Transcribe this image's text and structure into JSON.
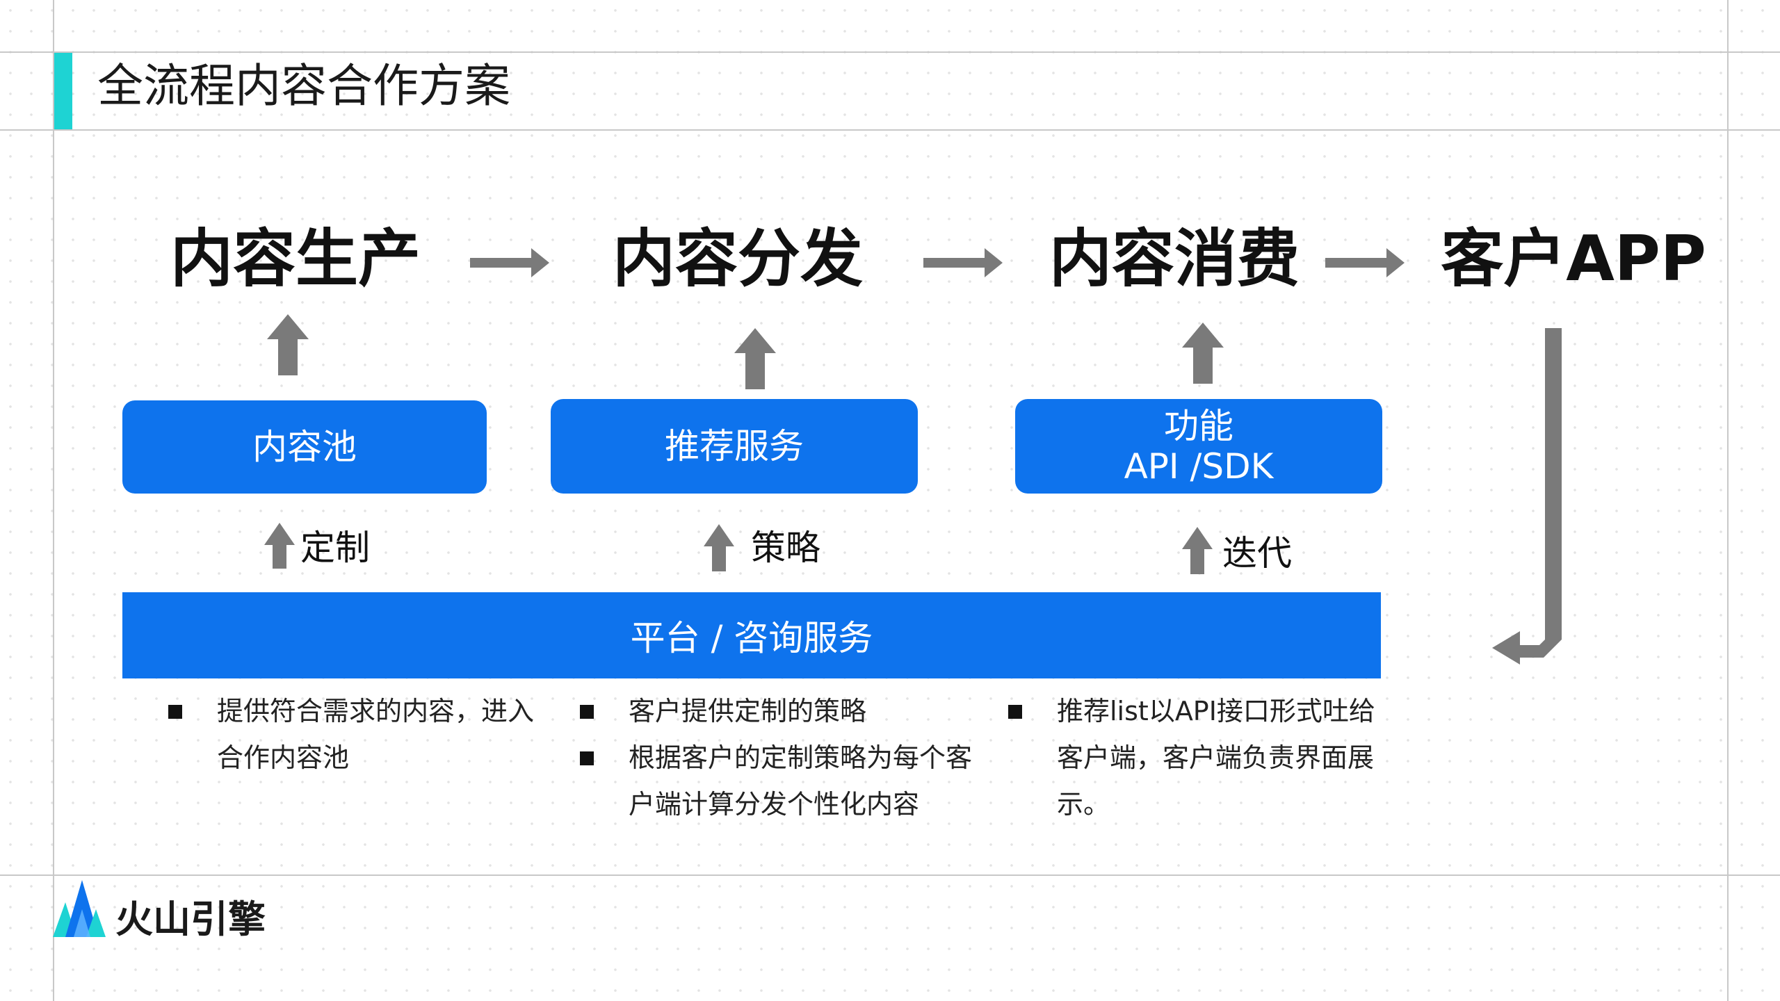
{
  "slide": {
    "title": "全流程内容合作方案"
  },
  "stages": [
    "内容生产",
    "内容分发",
    "内容消费",
    "客户APP"
  ],
  "services": [
    {
      "lines": [
        "内容池"
      ]
    },
    {
      "lines": [
        "推荐服务"
      ]
    },
    {
      "lines": [
        "功能",
        "API /SDK"
      ]
    }
  ],
  "inputs": [
    "定制",
    "策略",
    "迭代"
  ],
  "platform": {
    "label": "平台 / 咨询服务"
  },
  "notes": [
    [
      "提供符合需求的内容，进入合作内容池"
    ],
    [
      "客户提供定制的策略",
      "根据客户的定制策略为每个客户端计算分发个性化内容"
    ],
    [
      "推荐list以API接口形式吐给客户端，客户端负责界面展示。"
    ]
  ],
  "brand": {
    "name": "火山引擎"
  },
  "colors": {
    "primary_blue": "#0e73ed",
    "accent_cyan": "#1ed3d3",
    "arrow_gray": "#7a7a7a"
  }
}
